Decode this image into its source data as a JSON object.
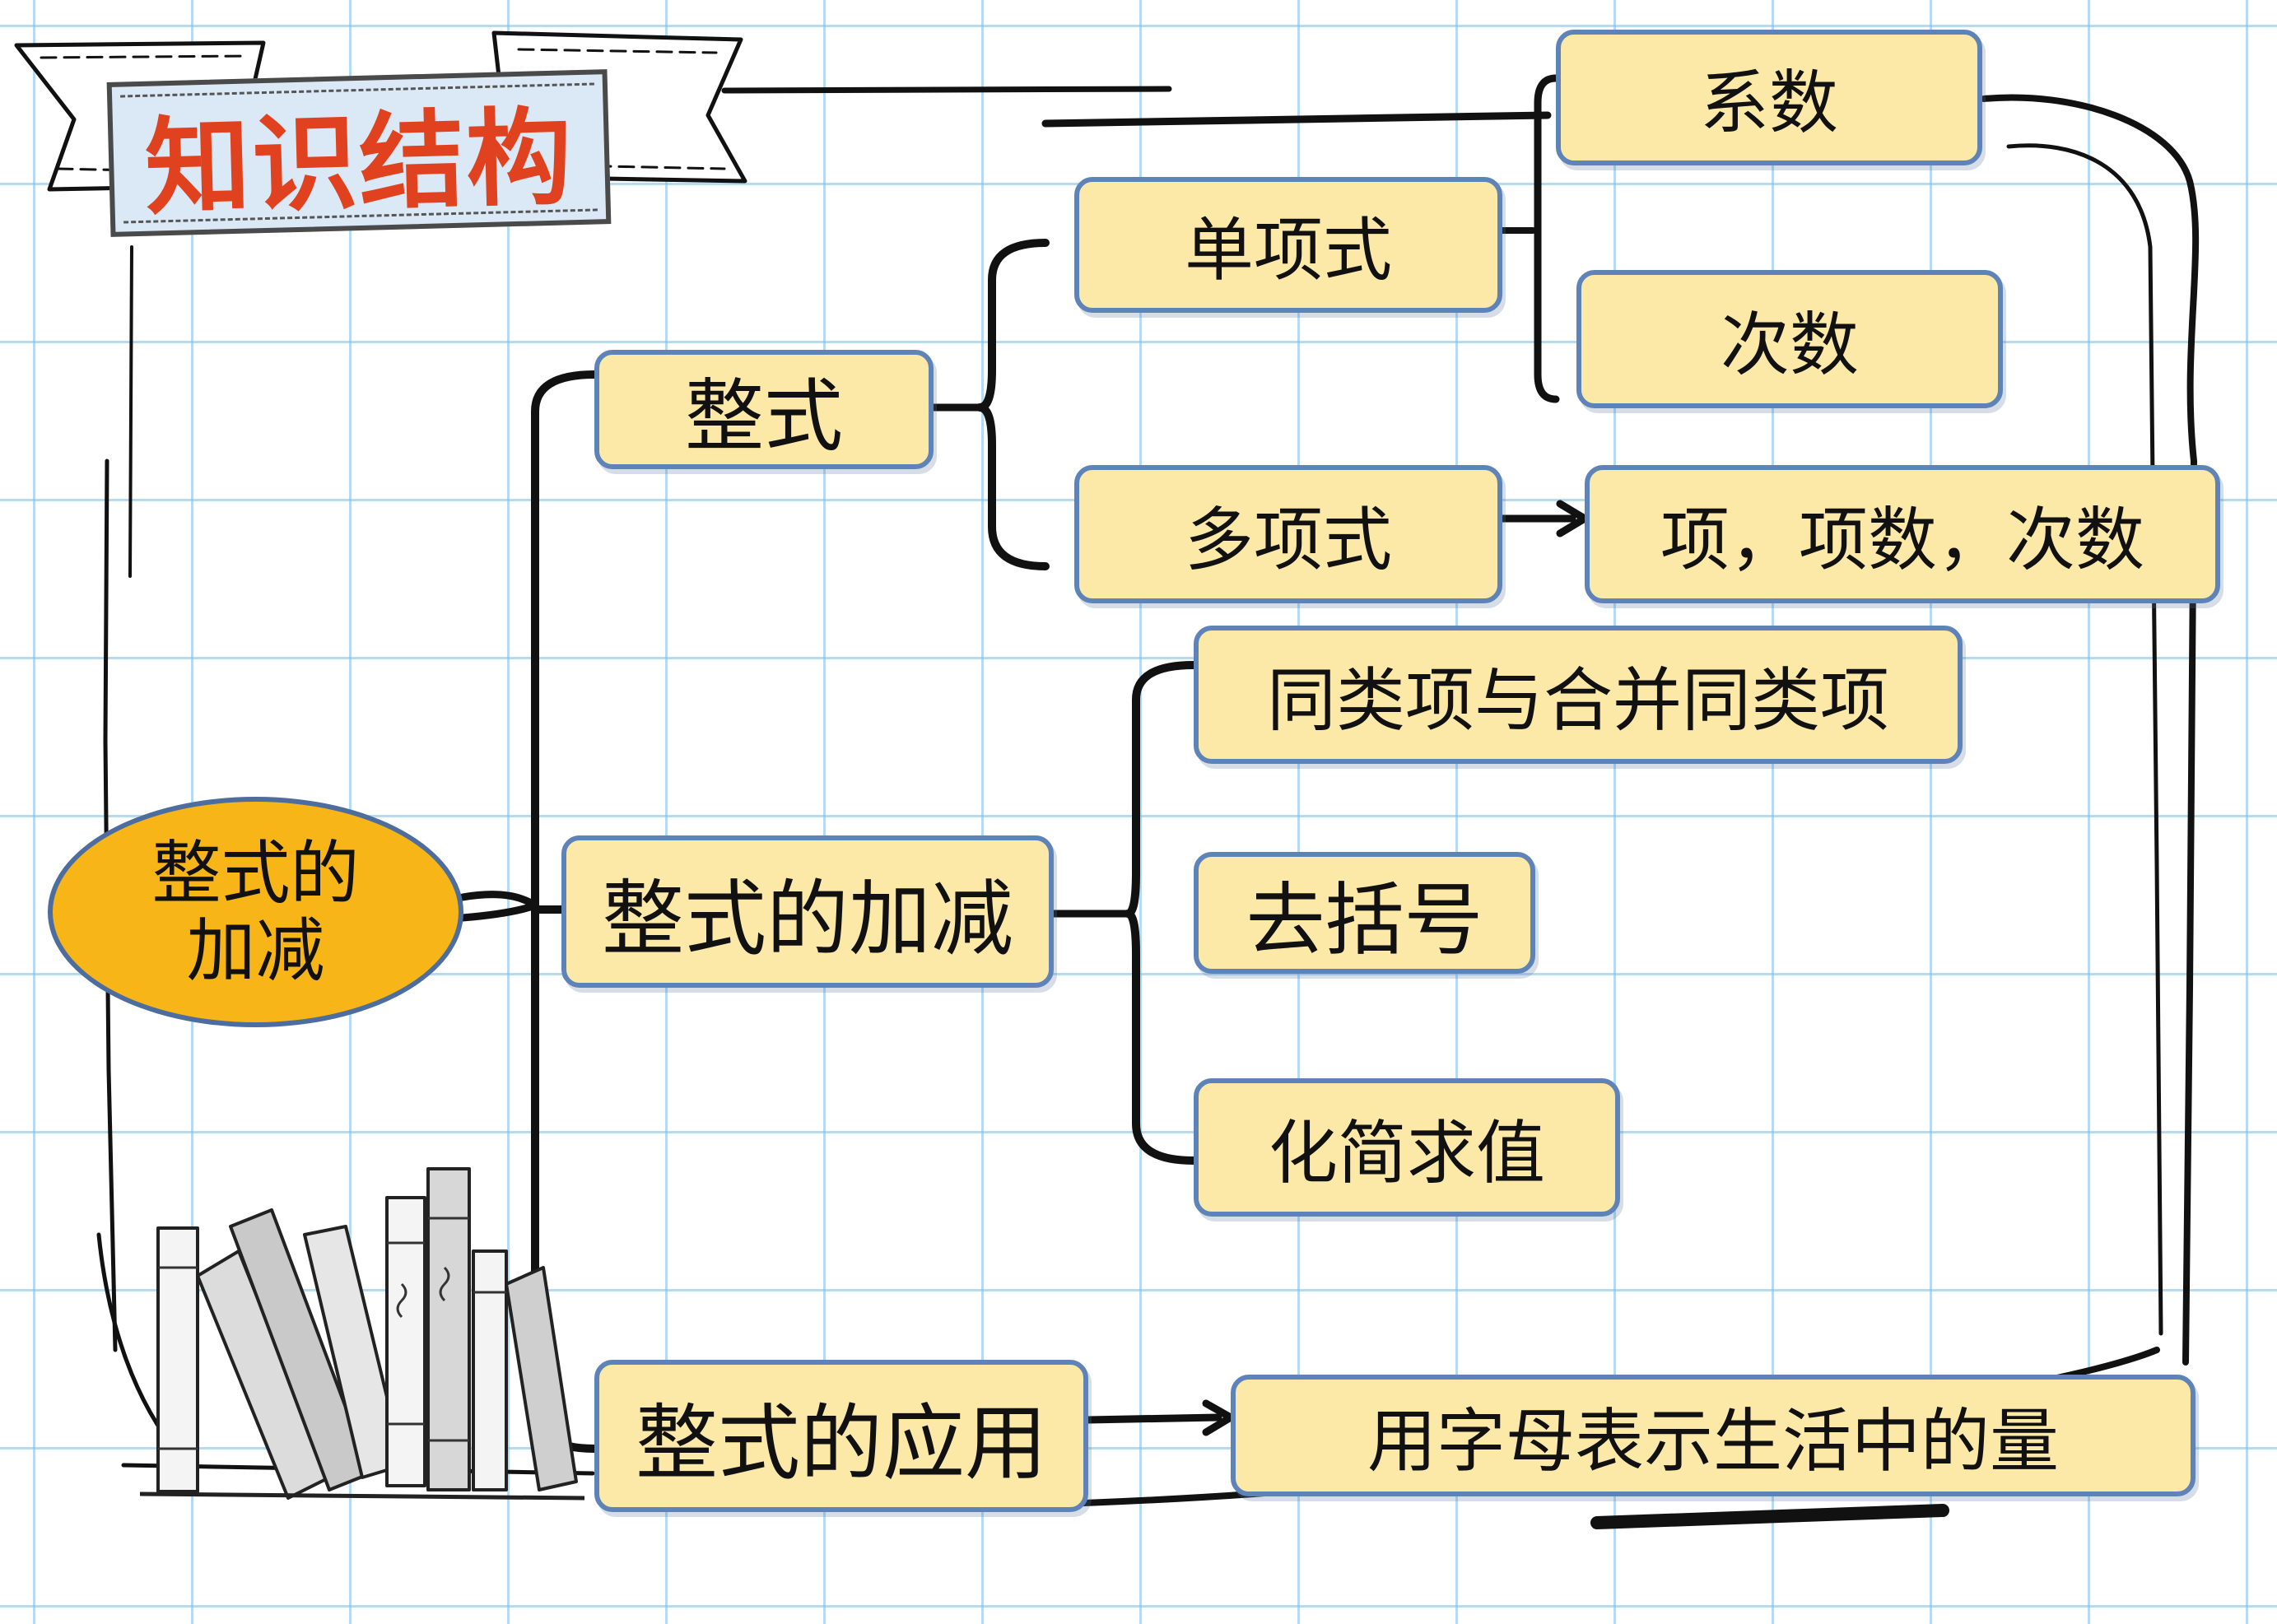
{
  "title": "知识结构",
  "root": {
    "line1": "整式的",
    "line2": "加减"
  },
  "branches": {
    "zhengshi": "整式",
    "jiajian": "整式的加减",
    "yingyong": "整式的应用"
  },
  "zhengshi_children": {
    "danxiangshi": "单项式",
    "duoxiangshi": "多项式"
  },
  "danxiangshi_children": {
    "xishu": "系数",
    "cishu": "次数"
  },
  "duoxiangshi_child": "项，项数，次数",
  "jiajian_children": {
    "tonglei": "同类项与合并同类项",
    "qukuohao": "去括号",
    "huajian": "化简求值"
  },
  "yingyong_child": "用字母表示生活中的量",
  "colors": {
    "box_fill": "#fde9a7",
    "box_border": "#5d83b8",
    "root_fill": "#f7b517",
    "title_text": "#e0421f",
    "grid": "#78bee6"
  }
}
